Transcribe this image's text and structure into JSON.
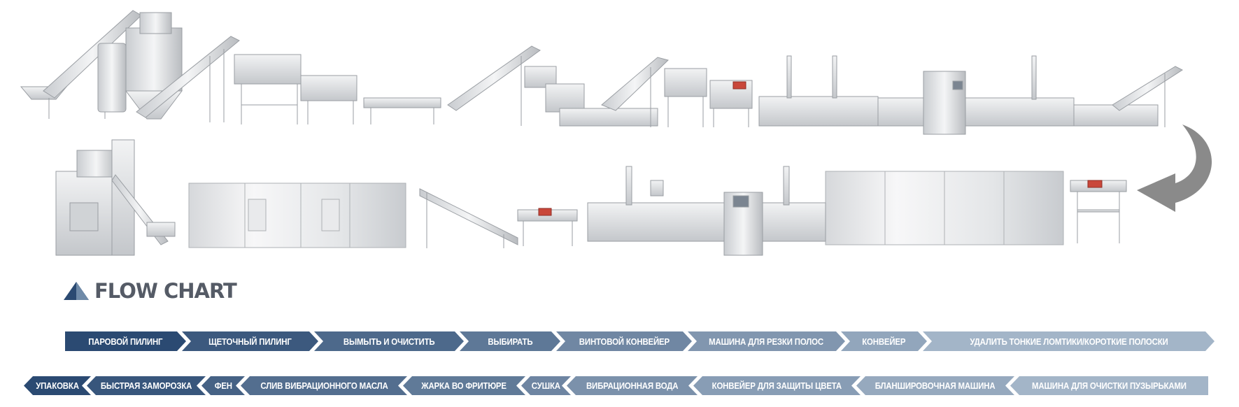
{
  "title": "FLOW CHART",
  "colors": {
    "chevron_dark": "#2b4a72",
    "chevron_light": "#a3b5c8",
    "title_gray": "#555b66",
    "arrow_gray": "#8a8a8a"
  },
  "process_row_1": [
    "ПАРОВОЙ ПИЛИНГ",
    "ЩЕТОЧНЫЙ ПИЛИНГ",
    "ВЫМЫТЬ И ОЧИСТИТЬ",
    "ВЫБИРАТЬ",
    "ВИНТОВОЙ КОНВЕЙЕР",
    "МАШИНА ДЛЯ РЕЗКИ ПОЛОС",
    "КОНВЕЙЕР",
    "УДАЛИТЬ ТОНКИЕ ЛОМТИКИ/КОРОТКИЕ ПОЛОСКИ"
  ],
  "process_row_2": [
    "УПАКОВКА",
    "БЫСТРАЯ ЗАМОРОЗКА",
    "ФЕН",
    "СЛИВ ВИБРАЦИОННОГО МАСЛА",
    "ЖАРКА ВО ФРИТЮРЕ",
    "СУШКА",
    "ВИБРАЦИОННАЯ ВОДА",
    "КОНВЕЙЕР ДЛЯ ЗАЩИТЫ ЦВЕТА",
    "БЛАНШИРОВОЧНАЯ МАШИНА",
    "МАШИНА ДЛЯ ОЧИСТКИ ПУЗЫРЬКАМИ"
  ]
}
